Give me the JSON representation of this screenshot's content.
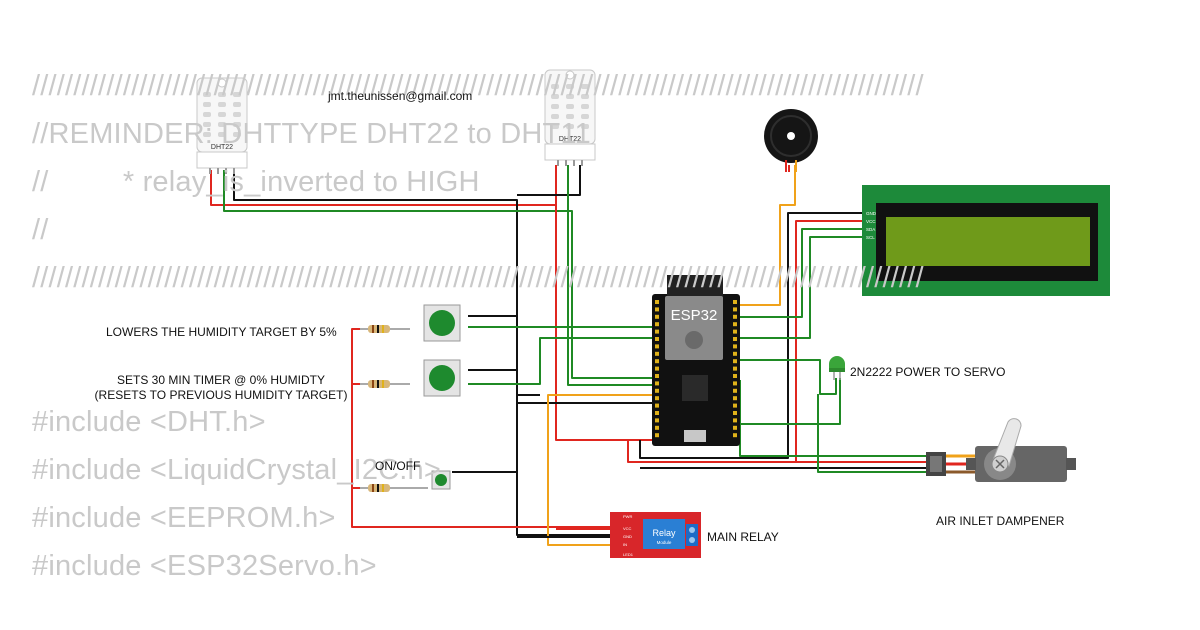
{
  "comment_lines": [
    "////////////////////////////////////////////////////////////////////////////////////////////////////////////",
    "//REMINDER: DHTTYPE DHT22 to DHT11",
    "//         * relay_is_inverted to HIGH",
    "//",
    "////////////////////////////////////////////////////////////////////////////////////////////////////////////"
  ],
  "include_lines": [
    "#include <DHT.h>",
    "#include <LiquidCrystal_I2C.h>",
    "#include <EEPROM.h>",
    "#include <ESP32Servo.h>"
  ],
  "author_email": "jmt.theunissen@gmail.com",
  "labels": {
    "btn1": "LOWERS THE HUMIDITY TARGET BY 5%",
    "btn2_line1": "SETS 30 MIN TIMER @ 0% HUMIDTY",
    "btn2_line2": "(RESETS TO PREVIOUS HUMIDITY TARGET)",
    "onoff": "ON/OFF",
    "transistor": "2N2222 POWER TO SERVO",
    "servo": "AIR INLET DAMPENER",
    "relay": "MAIN RELAY"
  },
  "components": {
    "sensor1": "DHT22",
    "sensor2": "DHT22",
    "mcu": "ESP32",
    "relay_text_1": "Relay",
    "relay_text_2": "Module",
    "relay_pins": [
      "PWR",
      "VCC",
      "GND",
      "IN",
      "LED1"
    ],
    "lcd_pins": [
      "GND",
      "VCC",
      "SDA",
      "SCL"
    ]
  },
  "colors": {
    "wire_red": "#e0261f",
    "wire_black": "#111111",
    "wire_green": "#1f8a24",
    "wire_orange": "#f0a21a",
    "lcd_board": "#1d8a3a",
    "lcd_screen": "#6f9a1a",
    "relay_board": "#d8262a",
    "button_cap": "#1e8a2e",
    "code_text": "#c9c9c9"
  }
}
